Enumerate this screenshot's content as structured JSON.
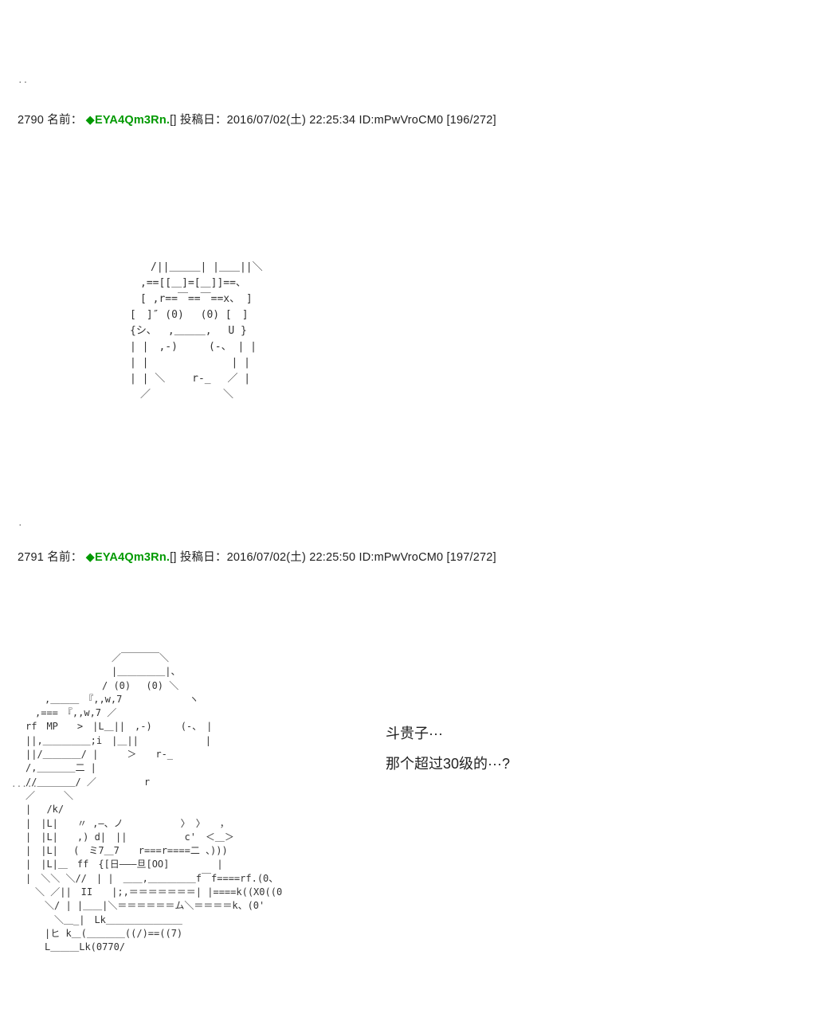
{
  "colors": {
    "background": "#ffffff",
    "tripcode_green": "#009900",
    "body_text": "#222222",
    "ascii_art": "#333333"
  },
  "decorations": {
    "top_dots": "..",
    "mid_dot": ".",
    "left_dots": "....."
  },
  "posts": [
    {
      "number": "2790",
      "name_label": "名前：",
      "tripcode": "◆EYA4Qm3Rn.",
      "after_trip": "[]",
      "date_label": "投稿日：",
      "date": "2016/07/02(土) 22:25:34",
      "id": "ID:mPwVroCM0",
      "count": "[196/272]",
      "ascii_art": "　　　/||＿＿＿| |＿＿||＼\n　　,==[[＿]=[＿]]==、\n　　[ ,r==￣==￣==x、 ]\n　[　]″ (0)　 (0) [　]\n　{シ、　 ,＿＿＿,　 U }\n　| |　,-)　　　(-、 | |\n　| |　　　　　　　　| |\n　| | ＼　　 r‐_　 ／ |\n　　／　　　　　　　＼"
    },
    {
      "number": "2791",
      "name_label": "名前：",
      "tripcode": "◆EYA4Qm3Rn.",
      "after_trip": "[]",
      "date_label": "投稿日：",
      "date": "2016/07/02(土) 22:25:50",
      "id": "ID:mPwVroCM0",
      "count": "[197/272]",
      "dialogue_line1": "斗贵子···",
      "dialogue_line2": "那个超过30级的···?",
      "ascii_art": "　　　　　　　　　　／￣￣￣￣＼\n　　　　　　　　　　|＿＿＿＿＿|、\n　　　　　　　　　/ (0)　 (0) ＼\n　　　,＿＿＿　『,,w,7　　　　　　　ヽ\n　　,===　『,,w,7 ／\n　rf　MP　　>　|L＿||　,-)　　　(-、　|\n　||,＿＿＿＿＿;i　|＿||　　　　　　　|\n　||/＿＿＿＿/ |　　　＞　　r‐_\n　/,＿＿＿＿二 |\n　//＿＿＿＿/ ／　　　　　r\n　／　　　＼\n　|　 /k/\n　|　|L|　　〃 ,—、ノ　　　　　　〉 〉　　，\n　|　|L|　　,) d|　||　　　　　　c'　＜＿＞\n　|　|L|　 (　ミ7＿7　　r===r====二 、)))\n　|　|L|＿　ff　{[日——–旦[OO]　　　　　|\n　|　＼＼ ＼//　| |　＿＿,＿＿＿＿＿f￣f====rf.(0、\n　　＼ ／||　II　　|;,＝＝＝＝＝＝＝| |====k((X0((0\n　　　＼/ | |＿＿|＼＝＝＝＝＝＝ム＼＝＝＝＝k、(0'\n　　　　＼＿_|　Lk＿＿＿＿＿＿＿＿\n　　　|ヒ k＿(＿＿＿＿((/)==((7)\n　　　L＿＿＿Lk(0770/"
    }
  ]
}
